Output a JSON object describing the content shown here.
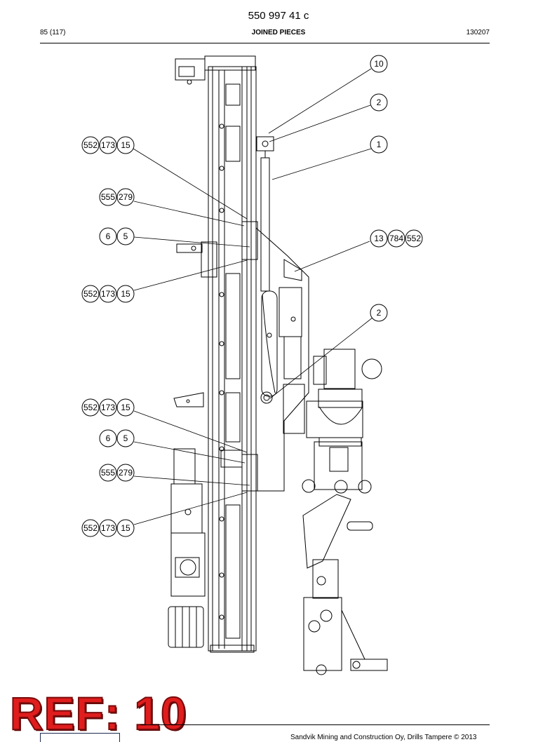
{
  "header": {
    "doc_number": "550 997 41 c",
    "page": "85 (117)",
    "title": "JOINED PIECES",
    "code": "130207"
  },
  "callouts": {
    "c10": "10",
    "c2a": "2",
    "c1": "1",
    "c13": "13",
    "c784": "784",
    "c552c": "552",
    "c2b": "2",
    "g1": [
      "552",
      "173",
      "15"
    ],
    "g2": [
      "555",
      "279"
    ],
    "g3": [
      "6",
      "5"
    ],
    "g4": [
      "552",
      "173",
      "15"
    ],
    "g5": [
      "552",
      "173",
      "15"
    ],
    "g6": [
      "6",
      "5"
    ],
    "g7": [
      "555",
      "279"
    ],
    "g8": [
      "552",
      "173",
      "15"
    ]
  },
  "stamp": {
    "text": "REF: 10",
    "color": "#e01d1d"
  },
  "footer": {
    "text": "Sandvik Mining and Construction Oy, Drills Tampere © 2013"
  }
}
